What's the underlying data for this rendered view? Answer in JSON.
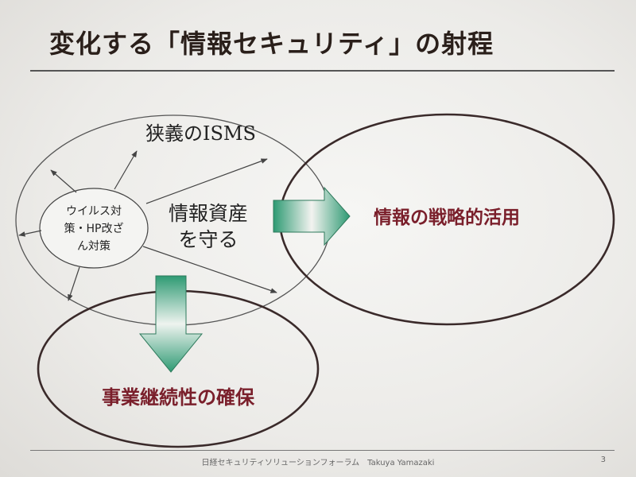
{
  "slide": {
    "title": "変化する「情報セキュリティ」の射程",
    "footer": "日経セキュリティソリューションフォーラム　Takuya Yamazaki",
    "page_number": "3"
  },
  "diagram": {
    "isms_label": "狭義のISMS",
    "virus_label_lines": [
      "ウイルス対",
      "策・HP改ざ",
      "ん対策"
    ],
    "asset_label_lines": [
      "情報資産",
      "を守る"
    ],
    "strategic_label": "情報の戦略的活用",
    "continuity_label": "事業継続性の確保"
  },
  "colors": {
    "accent_text": "#7a1f2b",
    "arrow_green": "#2e9a73",
    "ellipse_stroke": "#3a2a2a",
    "background": "#efefed"
  }
}
